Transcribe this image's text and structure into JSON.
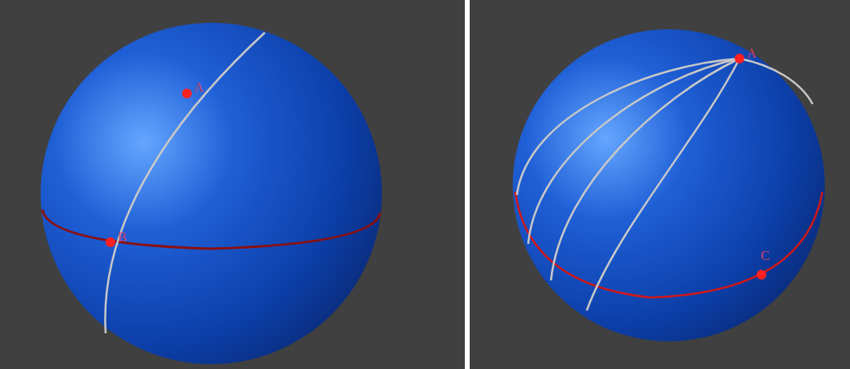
{
  "diagram": {
    "labels": [
      "A",
      "B",
      "A",
      "C"
    ]
  }
}
